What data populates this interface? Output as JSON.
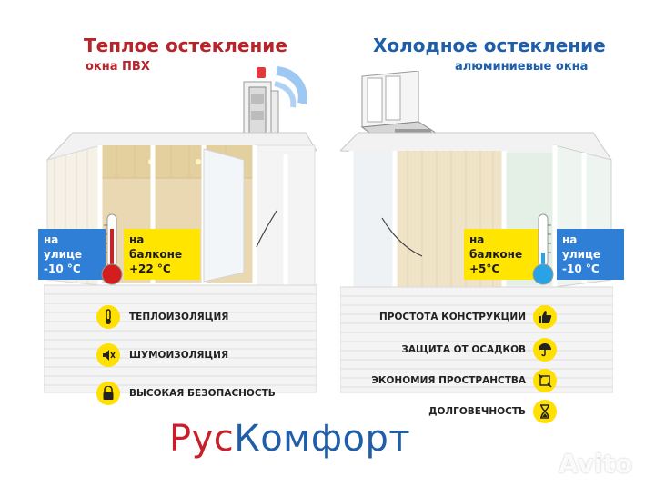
{
  "left": {
    "title": "Теплое остекление",
    "subtitle": "окна ПВХ",
    "outside_label": "на улице",
    "outside_temp": "-10 °C",
    "balcony_label": "на балконе",
    "balcony_temp": "+22 °C",
    "features": [
      {
        "label": "ТЕПЛОИЗОЛЯЦИЯ",
        "icon": "thermometer-icon"
      },
      {
        "label": "ШУМОИЗОЛЯЦИЯ",
        "icon": "speaker-mute-icon"
      },
      {
        "label": "ВЫСОКАЯ БЕЗОПАСНОСТЬ",
        "icon": "lock-icon"
      }
    ]
  },
  "right": {
    "title": "Холодное остекление",
    "subtitle": "алюминиевые окна",
    "outside_label": "на улице",
    "outside_temp": "-10 °C",
    "balcony_label": "на балконе",
    "balcony_temp": "+5°C",
    "features": [
      {
        "label": "ПРОСТОТА КОНСТРУКЦИИ",
        "icon": "thumbs-up-icon"
      },
      {
        "label": "ЗАЩИТА ОТ ОСАДКОВ",
        "icon": "umbrella-icon"
      },
      {
        "label": "ЭКОНОМИЯ ПРОСТРАНСТВА",
        "icon": "resize-icon"
      },
      {
        "label": "ДОЛГОВЕЧНОСТЬ",
        "icon": "hourglass-icon"
      }
    ]
  },
  "brand": {
    "part1": "Рус",
    "part2": "Комфорт"
  },
  "watermark": "Avito",
  "colors": {
    "warm_accent": "#b8242a",
    "cold_accent": "#1f5ea8",
    "badge_yellow": "#ffe500",
    "badge_blue": "#2f7fd6",
    "icon_circle": "#ffe000"
  }
}
